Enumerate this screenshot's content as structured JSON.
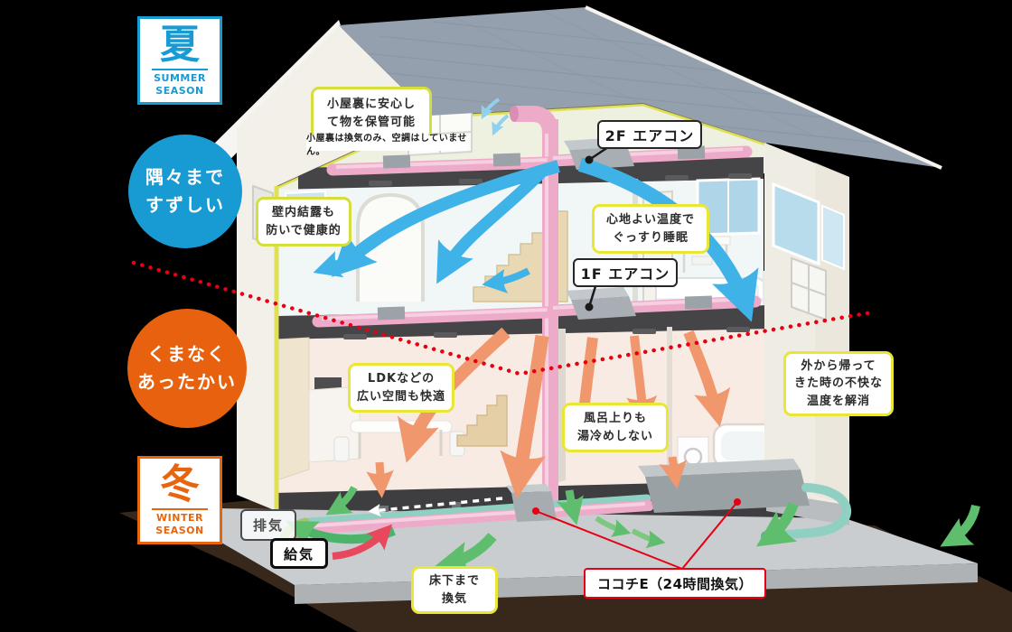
{
  "season_badges": {
    "summer": {
      "kanji": "夏",
      "word1": "SUMMER",
      "word2": "SEASON"
    },
    "winter": {
      "kanji": "冬",
      "word1": "WINTER",
      "word2": "SEASON"
    }
  },
  "zone_bubbles": {
    "summer": {
      "line1": "隅々まで",
      "line2": "すずしい"
    },
    "winter": {
      "line1": "くまなく",
      "line2": "あったかい"
    }
  },
  "callouts": {
    "attic_storage": {
      "line1": "小屋裏に安心し",
      "line2": "て物を保管可能"
    },
    "attic_note": "小屋裏は換気のみ、空調はしていません。",
    "ac_2f": "2F エアコン",
    "wall_condensation": {
      "line1": "壁内結露も",
      "line2": "防いで健康的"
    },
    "comfortable_sleep": {
      "line1": "心地よい温度で",
      "line2": "ぐっすり睡眠"
    },
    "ac_1f": "1F エアコン",
    "ldk_comfort": {
      "line1": "LDKなどの",
      "line2": "広い空間も快適"
    },
    "after_bath": {
      "line1": "風呂上りも",
      "line2": "湯冷めしない"
    },
    "returning_home": {
      "line1": "外から帰って",
      "line2": "きた時の不快な",
      "line3": "温度を解消"
    },
    "underfloor_vent": {
      "line1": "床下まで",
      "line2": "換気"
    },
    "exhaust": "排気",
    "supply": "給気",
    "system_name": "ココチE（24時間換気）"
  },
  "colors": {
    "summer_blue": "#189ad3",
    "winter_orange": "#e8610e",
    "callout_yellow": "#e9e637",
    "callout_yellow_green": "#d5de3d",
    "system_red": "#e60012",
    "duct_pink": "#edaac9",
    "vent_green": "#5fbe6e",
    "supply_red_arrow": "#e8485e",
    "roof_gray": "#94a0ae"
  }
}
